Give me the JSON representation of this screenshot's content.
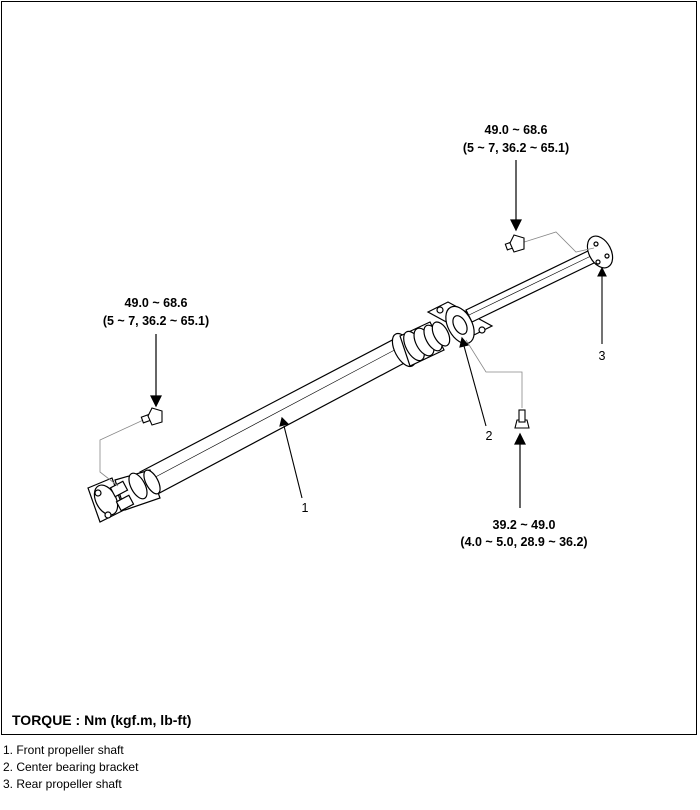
{
  "specs": [
    {
      "value": "49.0 ~ 68.6",
      "detail": "(5 ~ 7, 36.2 ~ 65.1)"
    },
    {
      "value": "49.0 ~ 68.6",
      "detail": "(5 ~ 7, 36.2 ~ 65.1)"
    },
    {
      "value": "39.2 ~ 49.0",
      "detail": "(4.0 ~ 5.0, 28.9 ~ 36.2)"
    }
  ],
  "callouts": [
    "1",
    "2",
    "3"
  ],
  "torque_note": "TORQUE : Nm (kgf.m, lb-ft)",
  "legend": [
    "1. Front propeller shaft",
    "2. Center bearing bracket",
    "3. Rear propeller shaft"
  ]
}
